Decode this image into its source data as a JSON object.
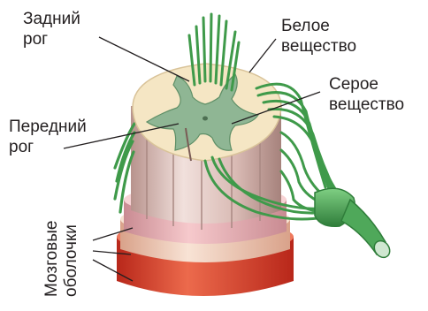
{
  "labels": {
    "posterior_horn": [
      "Задний",
      "рог"
    ],
    "white_matter": [
      "Белое",
      "вещество"
    ],
    "gray_matter": [
      "Серое",
      "вещество"
    ],
    "anterior_horn": [
      "Передний",
      "рог"
    ],
    "meninges": [
      "Мозговые",
      "оболочки"
    ]
  },
  "colors": {
    "white_matter": "#f5e6c4",
    "gray_matter": "#8fb694",
    "nerve_roots": "#3f9a4a",
    "cord_side": "#e6cdc8",
    "pia_mater": "#f0b9bc",
    "arachnoid": "#f4d9c9",
    "dura_mater": "#d8402c",
    "leader_lines": "#231f20"
  }
}
